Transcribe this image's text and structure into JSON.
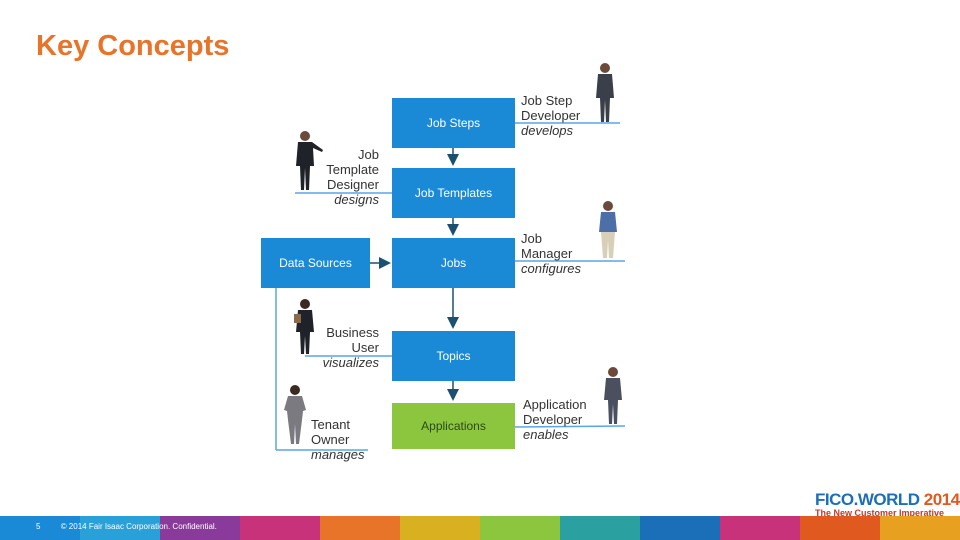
{
  "title": "Key Concepts",
  "boxes": {
    "job_steps": "Job Steps",
    "job_templates": "Job Templates",
    "data_sources": "Data Sources",
    "jobs": "Jobs",
    "topics": "Topics",
    "applications": "Applications"
  },
  "roles": {
    "job_step_developer": {
      "name_1": "Job Step",
      "name_2": "Developer",
      "verb": "develops"
    },
    "job_template_designer": {
      "name_1": "Job",
      "name_2": "Template",
      "name_3": "Designer",
      "verb": "designs"
    },
    "job_manager": {
      "name_1": "Job",
      "name_2": "Manager",
      "verb": "configures"
    },
    "business_user": {
      "name_1": "Business",
      "name_2": "User",
      "verb": "visualizes"
    },
    "tenant_owner": {
      "name_1": "Tenant",
      "name_2": "Owner",
      "verb": "manages"
    },
    "application_developer": {
      "name_1": "Application",
      "name_2": "Developer",
      "verb": "enables"
    }
  },
  "footer": {
    "page_number": "5",
    "copyright": "© 2014 Fair Isaac Corporation. Confidential."
  },
  "logo": {
    "brand": "FICO.WORLD",
    "year": "2014",
    "tagline": "The New Customer Imperative"
  },
  "colors": {
    "title": "#e8742a",
    "box": "#1b8ad6",
    "applications_box": "#8cc63f",
    "connector": "#1b5070",
    "underline": "#5aa6e6"
  }
}
